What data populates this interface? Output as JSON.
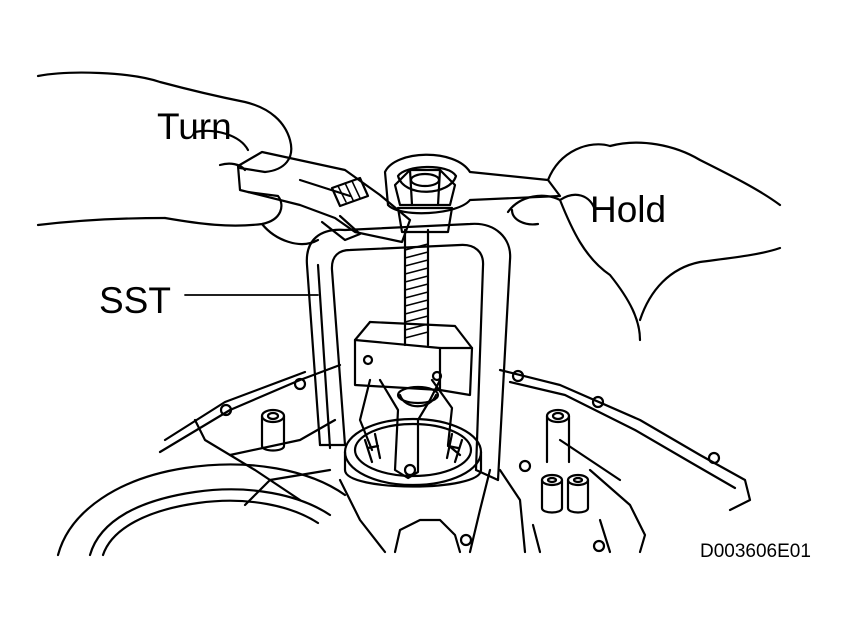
{
  "labels": {
    "turn": "Turn",
    "hold": "Hold",
    "sst": "SST"
  },
  "figure_code": "D003606E01",
  "colors": {
    "ink": "#000000",
    "paper": "#ffffff"
  }
}
